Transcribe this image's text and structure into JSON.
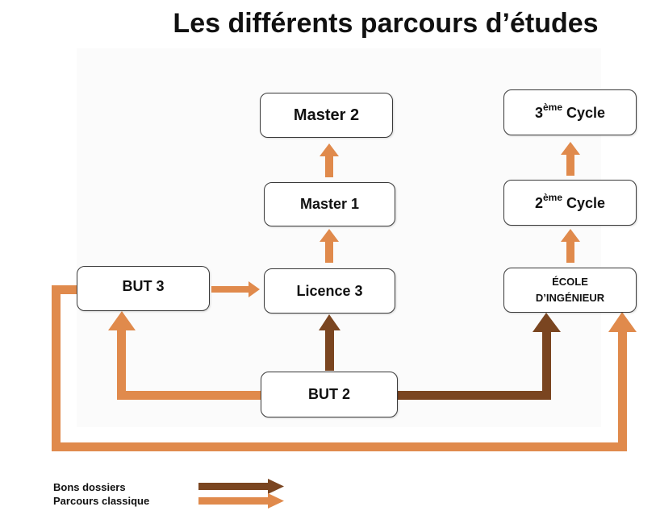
{
  "title": "Les différents parcours d’études",
  "nodes": {
    "master2": "Master 2",
    "master1": "Master 1",
    "licence3": "Licence 3",
    "but3": "BUT 3",
    "but2": "BUT 2",
    "cycle3": {
      "num": "3",
      "sup": "ème",
      "rest": " Cycle"
    },
    "cycle2": {
      "num": "2",
      "sup": "ème",
      "rest": " Cycle"
    },
    "ecole": {
      "line1": "ÉCOLE",
      "line2": "D’INGÉNIEUR"
    }
  },
  "legend": {
    "bons_dossiers": "Bons dossiers",
    "parcours_classique": "Parcours classique"
  },
  "colors": {
    "bons_dossiers": "#7a4520",
    "parcours_classique": "#e08a4c"
  }
}
